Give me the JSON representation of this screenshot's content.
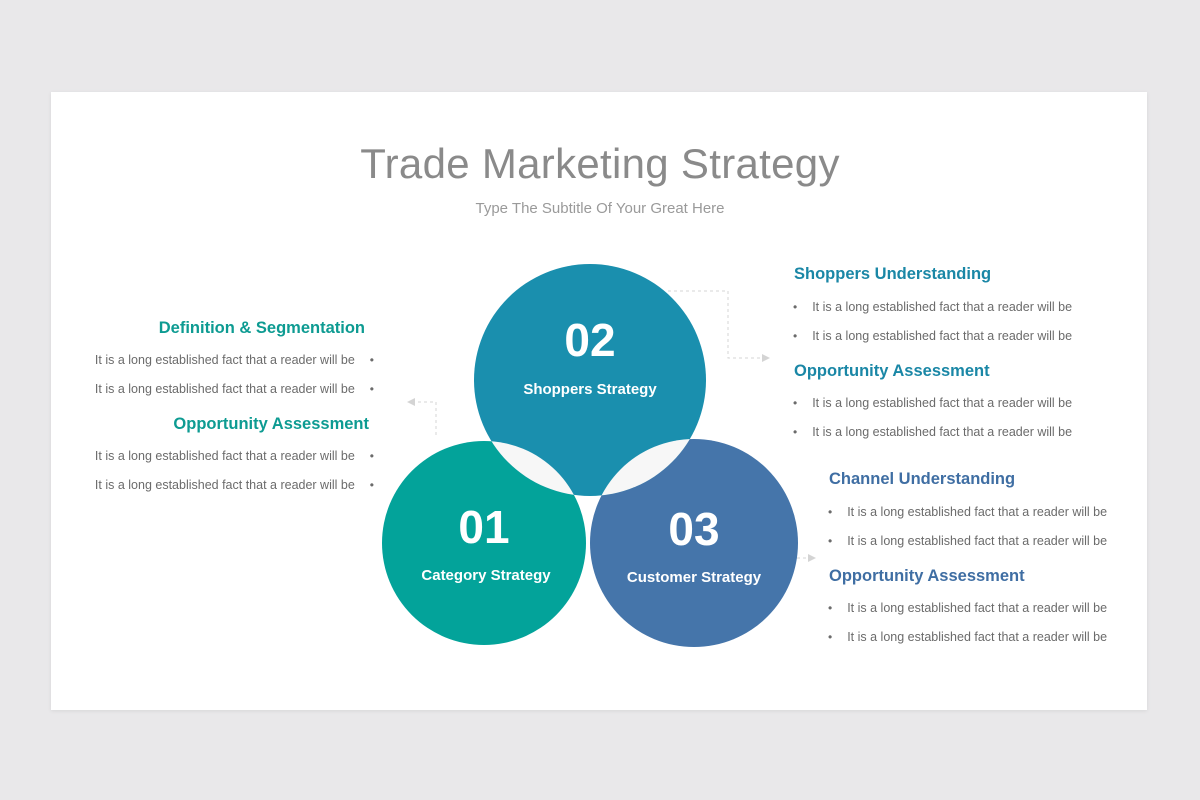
{
  "title": "Trade Marketing Strategy",
  "subtitle": "Type The Subtitle Of Your Great Here",
  "colors": {
    "teal": "#03a39a",
    "blue_teal": "#1a8fae",
    "steel_blue": "#4575aa",
    "overlap": "#f7f7f7",
    "title_gray": "#8a8a8a"
  },
  "circles": [
    {
      "number": "01",
      "label": "Category Strategy",
      "color": "#03a39a"
    },
    {
      "number": "02",
      "label": "Shoppers Strategy",
      "color": "#1a8fae"
    },
    {
      "number": "03",
      "label": "Customer Strategy",
      "color": "#4575aa"
    }
  ],
  "left_panel": {
    "sections": [
      {
        "heading": "Definition & Segmentation",
        "color": "#0d9b92",
        "bullets": [
          "It is a long established fact that a reader will be",
          "It is a long established fact that a reader will be"
        ]
      },
      {
        "heading": "Opportunity Assessment",
        "color": "#0d9b92",
        "bullets": [
          "It is a long established fact that a reader will be",
          "It is a long established fact that a reader will be"
        ]
      }
    ]
  },
  "top_right_panel": {
    "sections": [
      {
        "heading": "Shoppers Understanding",
        "color": "#1a87a6",
        "bullets": [
          "It is a long established fact that a reader will be",
          "It is a long established fact that a reader will be"
        ]
      },
      {
        "heading": "Opportunity Assessment",
        "color": "#1a87a6",
        "bullets": [
          "It is a long established fact that a reader will be",
          "It is a long established fact that a reader will be"
        ]
      }
    ]
  },
  "bottom_right_panel": {
    "sections": [
      {
        "heading": "Channel Understanding",
        "color": "#3f6ea3",
        "bullets": [
          "It is a long established fact that a reader will be",
          "It is a long established fact that a reader will be"
        ]
      },
      {
        "heading": "Opportunity Assessment",
        "color": "#3f6ea3",
        "bullets": [
          "It is a long established fact that a reader will be",
          "It is a long established fact that a reader will be"
        ]
      }
    ]
  },
  "bullet_glyph": "•"
}
